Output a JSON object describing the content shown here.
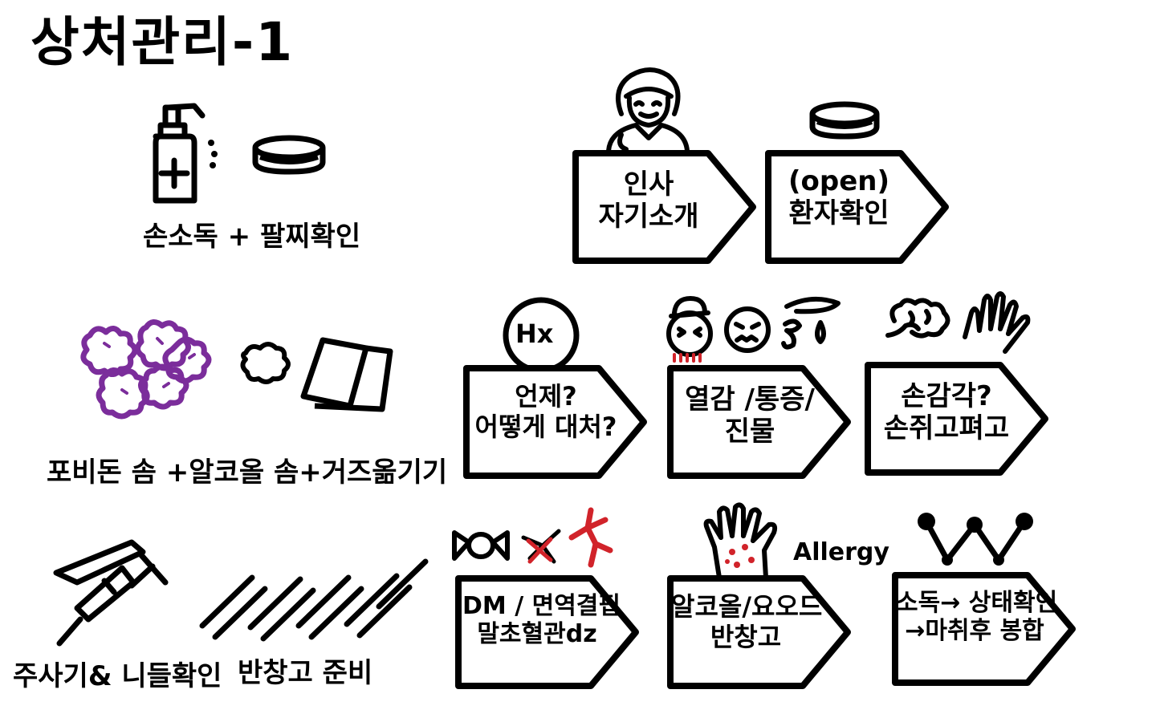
{
  "title": "상처관리-1",
  "colors": {
    "ink": "#000000",
    "purple": "#7b2d9b",
    "red": "#d1232a"
  },
  "left_steps": [
    {
      "caption": "손소독 + 팔찌확인",
      "icons": [
        "hand-sanitizer-icon",
        "bracelet-icon"
      ]
    },
    {
      "caption": "포비돈 솜 +알코올 솜+거즈옮기기",
      "icons": [
        "povidone-cotton-icon",
        "alcohol-cotton-icon",
        "gauze-icon"
      ]
    },
    {
      "caption": "주사기& 니들확인",
      "icons": [
        "syringe-icon",
        "needle-icon"
      ]
    },
    {
      "caption": "반창고 준비",
      "icons": [
        "bandage-strips-icon"
      ]
    }
  ],
  "tags": {
    "greet": {
      "line1": "인사",
      "line2": "자기소개"
    },
    "patient": {
      "line1": "(open)",
      "line2": "환자확인"
    },
    "history": {
      "line1": "언제?",
      "line2": "어떻게 대처?",
      "badge": "Hx"
    },
    "symptoms": {
      "line1": "열감 /통증/",
      "line2": "진물"
    },
    "sensation": {
      "line1": "손감각?",
      "line2": "손쥐고펴고"
    },
    "risk": {
      "line1": "DM / 면역결핍",
      "line2": "말초혈관dz"
    },
    "allergy": {
      "line1": "알코올/요오드",
      "line2": "반창고",
      "side_label": "Allergy"
    },
    "procedure": {
      "line1": "소독→ 상태확인",
      "line2": "→마취후 봉합"
    }
  }
}
